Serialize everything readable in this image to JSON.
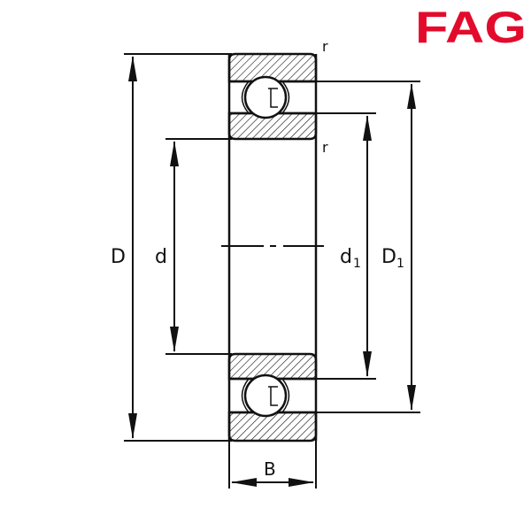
{
  "logo": {
    "text": "FAG",
    "color": "#e30b2c"
  },
  "drawing": {
    "line_color": "#111111",
    "labels": {
      "D": "D",
      "d": "d",
      "d1_main": "d",
      "d1_sub": "1",
      "D1_main": "D",
      "D1_sub": "1",
      "B": "B",
      "r_top": "r",
      "r_mid": "r"
    }
  }
}
